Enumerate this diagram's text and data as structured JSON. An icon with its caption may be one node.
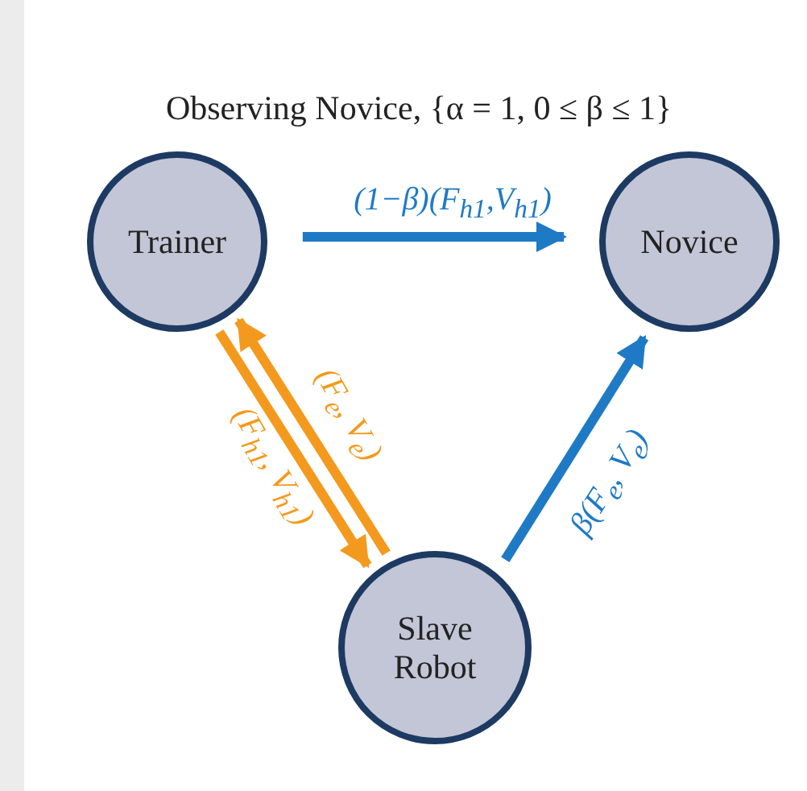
{
  "diagram": {
    "title": "Observing Novice, {α = 1, 0 ≤ β ≤ 1}",
    "nodes": [
      {
        "text": [
          "Trainer"
        ]
      },
      {
        "text": [
          "Novice"
        ]
      },
      {
        "text": [
          "Slave Robot"
        ]
      }
    ],
    "edges": [
      {
        "from": 0,
        "to": 1,
        "arrow": "to",
        "label": "(1−β)(F$_{h1}$,V$_{h1}$)"
      },
      {
        "from": 0,
        "to": 2,
        "arrow": "to",
        "label": "(F$_{h1}$, V$_{h1}$)",
        "color": "#f39a1e"
      },
      {
        "from": 2,
        "to": 0,
        "arrow": "to",
        "label": "(F$_{e}$, V$_{e}$)",
        "color": "#f39a1e"
      },
      {
        "from": 2,
        "to": 1,
        "arrow": "to",
        "label": "β(F$_{e}$, V$_{e}$)"
      }
    ]
  }
}
